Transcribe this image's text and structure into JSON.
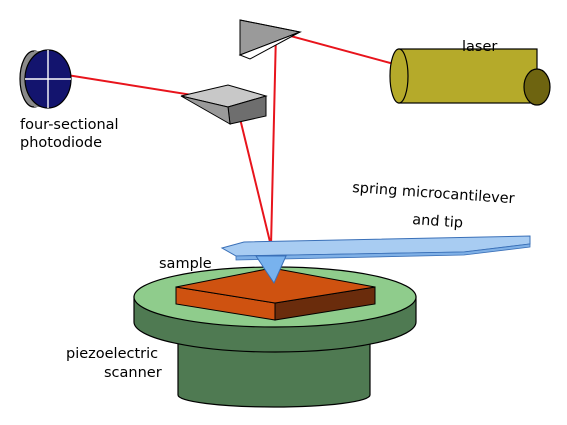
{
  "labels": {
    "laser": "laser",
    "photodiode_line1": "four-sectional",
    "photodiode_line2": "photodiode",
    "cantilever_line1": "spring microcantilever",
    "cantilever_line2": "and tip",
    "sample": "sample",
    "scanner_line1": "piezoelectric",
    "scanner_line2": "scanner"
  },
  "colors": {
    "beam": "#e8141c",
    "laser_body": "#b5aa2a",
    "laser_end": "#6e6410",
    "photodiode_face": "#13146e",
    "photodiode_rim": "#8a8a8a",
    "sample_top": "#cf5210",
    "sample_side": "#6a2c0c",
    "stage_top": "#8fcc8c",
    "stage_body": "#4f7a52",
    "cantilever": "#a8ccf2",
    "tip": "#78b2ee",
    "mirror": "#9a9a9a"
  }
}
